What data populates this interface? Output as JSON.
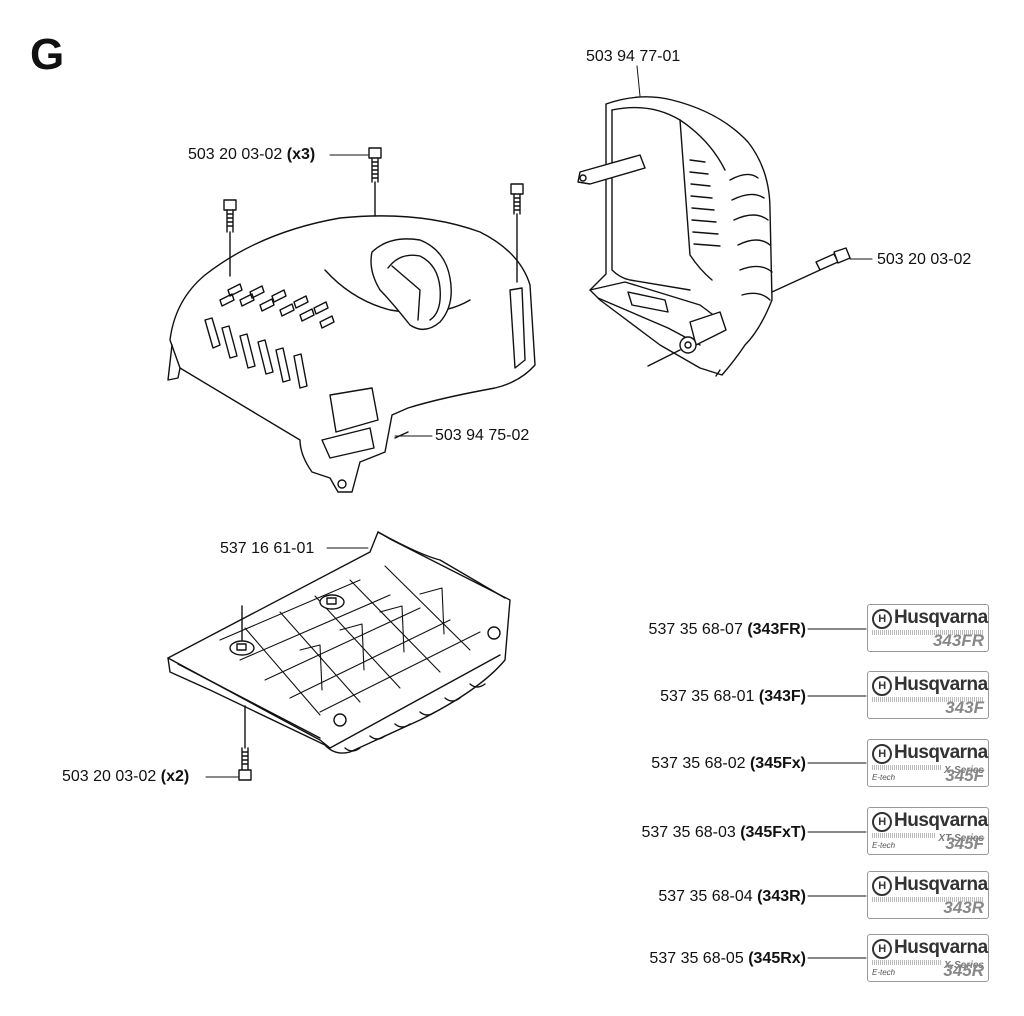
{
  "section": "G",
  "parts": {
    "cover_screws": {
      "number": "503 20 03-02",
      "qty": "(x3)"
    },
    "upper_cover": {
      "number": "503 94 75-02"
    },
    "side_cover": {
      "number": "503 94 77-01"
    },
    "side_screw": {
      "number": "503 20 03-02"
    },
    "bottom_plate": {
      "number": "537 16 61-01"
    },
    "plate_screws": {
      "number": "503 20 03-02",
      "qty": "(x2)"
    }
  },
  "decals": [
    {
      "number": "537 35 68-07",
      "model_code": "(343FR)",
      "brand": "Husqvarna",
      "logo": "H",
      "series": "",
      "etech": "",
      "model": "343FR"
    },
    {
      "number": "537 35 68-01",
      "model_code": "(343F)",
      "brand": "Husqvarna",
      "logo": "H",
      "series": "",
      "etech": "",
      "model": "343F"
    },
    {
      "number": "537 35 68-02",
      "model_code": "(345Fx)",
      "brand": "Husqvarna",
      "logo": "H",
      "series": "X-Series",
      "etech": "E-tech",
      "model": "345F"
    },
    {
      "number": "537 35 68-03",
      "model_code": "(345FxT)",
      "brand": "Husqvarna",
      "logo": "H",
      "series": "XT-Series",
      "etech": "E-tech",
      "model": "345F"
    },
    {
      "number": "537 35 68-04",
      "model_code": "(343R)",
      "brand": "Husqvarna",
      "logo": "H",
      "series": "",
      "etech": "",
      "model": "343R"
    },
    {
      "number": "537 35 68-05",
      "model_code": "(345Rx)",
      "brand": "Husqvarna",
      "logo": "H",
      "series": "X-Series",
      "etech": "E-tech",
      "model": "345R"
    }
  ]
}
